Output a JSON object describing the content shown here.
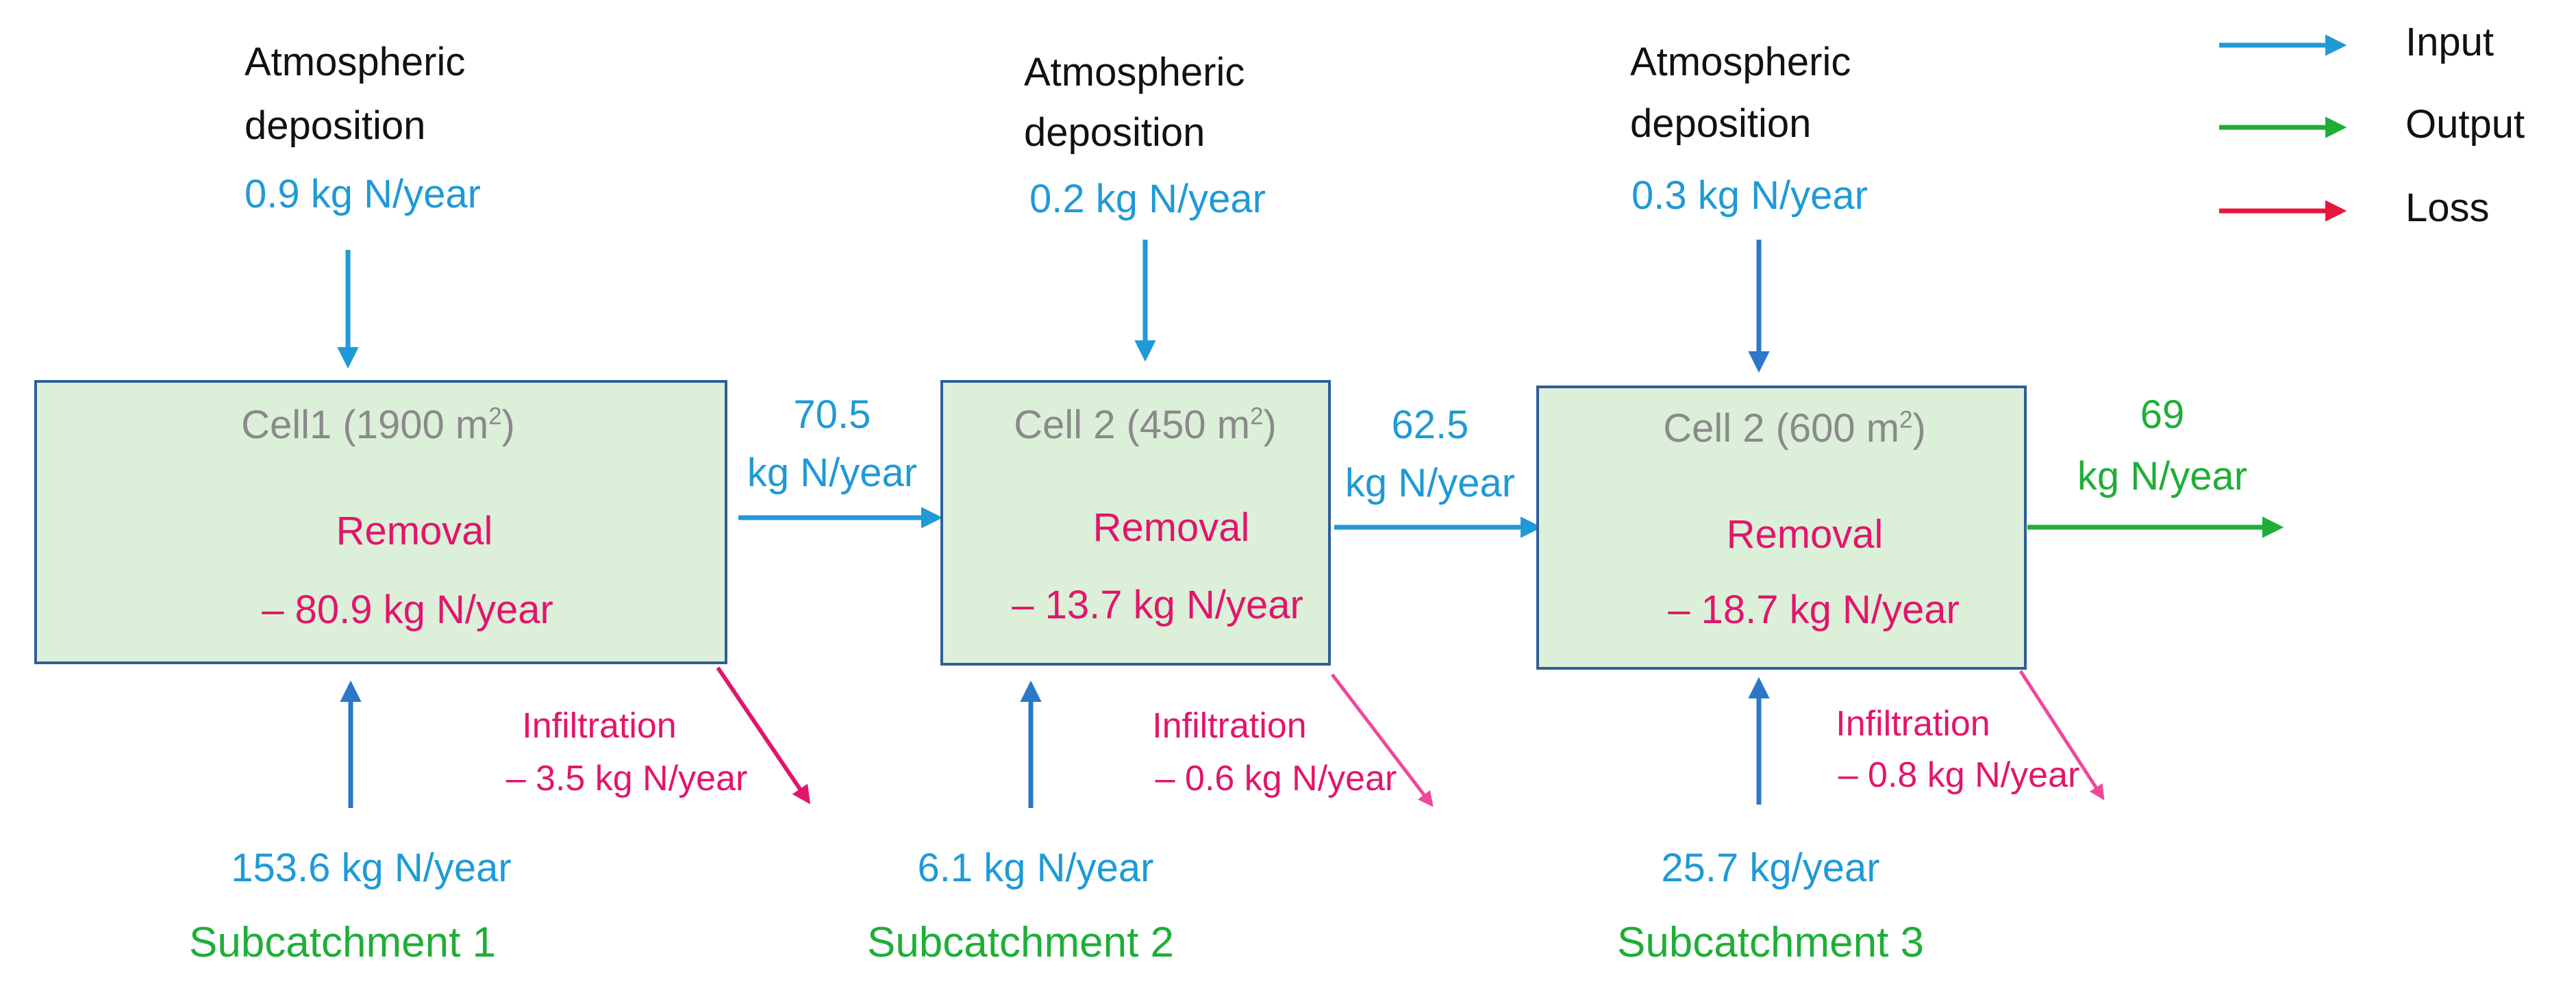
{
  "colors": {
    "input": "#1f9ad6",
    "output": "#1fae37",
    "loss": "#e8163c",
    "removal": "#e2156b",
    "cell_fill": "#dcefd9",
    "cell_border": "#2e5f97"
  },
  "legend": [
    {
      "label": "Input",
      "color": "#1f9ad6"
    },
    {
      "label": "Output",
      "color": "#1fae37"
    },
    {
      "label": "Loss",
      "color": "#e8163c"
    }
  ],
  "cells": [
    {
      "name_prefix": "Cell1 (1900 m",
      "name_sup": "2",
      "name_suffix": ")",
      "removal_label": "Removal",
      "removal_value": "– 80.9 kg N/year",
      "deposition_line1": "Atmospheric",
      "deposition_line2": "deposition",
      "deposition_value": "0.9 kg N/year",
      "infiltration_label": "Infiltration",
      "infiltration_value": "– 3.5 kg N/year",
      "subcatchment_value": "153.6 kg N/year",
      "subcatchment_label": "Subcatchment 1"
    },
    {
      "name_prefix": "Cell 2 (450 m",
      "name_sup": "2",
      "name_suffix": ")",
      "removal_label": "Removal",
      "removal_value": "– 13.7 kg N/year",
      "deposition_line1": "Atmospheric",
      "deposition_line2": "deposition",
      "deposition_value": "0.2 kg N/year",
      "infiltration_label": "Infiltration",
      "infiltration_value": "– 0.6 kg N/year",
      "subcatchment_value": "6.1 kg N/year",
      "subcatchment_label": "Subcatchment 2"
    },
    {
      "name_prefix": "Cell 2 (600 m",
      "name_sup": "2",
      "name_suffix": ")",
      "removal_label": "Removal",
      "removal_value": "– 18.7 kg N/year",
      "deposition_line1": "Atmospheric",
      "deposition_line2": "deposition",
      "deposition_value": "0.3 kg N/year",
      "infiltration_label": "Infiltration",
      "infiltration_value": "– 0.8 kg N/year",
      "subcatchment_value": "25.7 kg/year",
      "subcatchment_label": "Subcatchment 3"
    }
  ],
  "flows": [
    {
      "value": "70.5",
      "unit": "kg N/year"
    },
    {
      "value": "62.5",
      "unit": "kg N/year"
    },
    {
      "value": "69",
      "unit": "kg N/year"
    }
  ]
}
